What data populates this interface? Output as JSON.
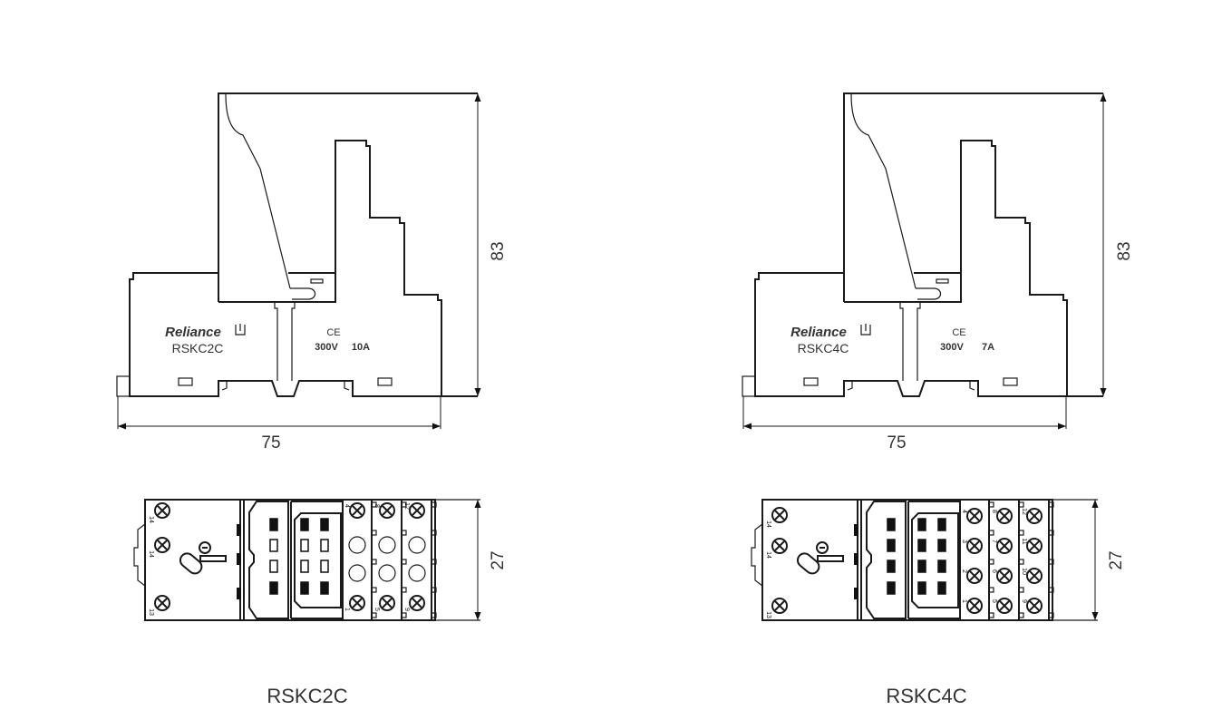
{
  "products": [
    {
      "model": "RSKC2C",
      "brand": "Reliance",
      "cert": "CE",
      "voltage": "300V",
      "current": "10A",
      "caption": "RSKC2C",
      "dims": {
        "width": "75",
        "height": "83",
        "depth": "27"
      },
      "poles": 2,
      "coil_terminals": [
        "14",
        "14",
        "13"
      ],
      "terminal_columns": [
        [
          "4",
          "1"
        ],
        [
          "8",
          "5"
        ],
        [
          "12",
          "9"
        ]
      ]
    },
    {
      "model": "RSKC4C",
      "brand": "Reliance",
      "cert": "CE",
      "voltage": "300V",
      "current": "7A",
      "caption": "RSKC4C",
      "dims": {
        "width": "75",
        "height": "83",
        "depth": "27"
      },
      "poles": 4,
      "coil_terminals": [
        "14",
        "14",
        "13"
      ],
      "terminal_columns": [
        [
          "4",
          "3",
          "2",
          "1"
        ],
        [
          "8",
          "7",
          "6",
          "5"
        ],
        [
          "12",
          "11",
          "10",
          "9"
        ]
      ]
    }
  ]
}
